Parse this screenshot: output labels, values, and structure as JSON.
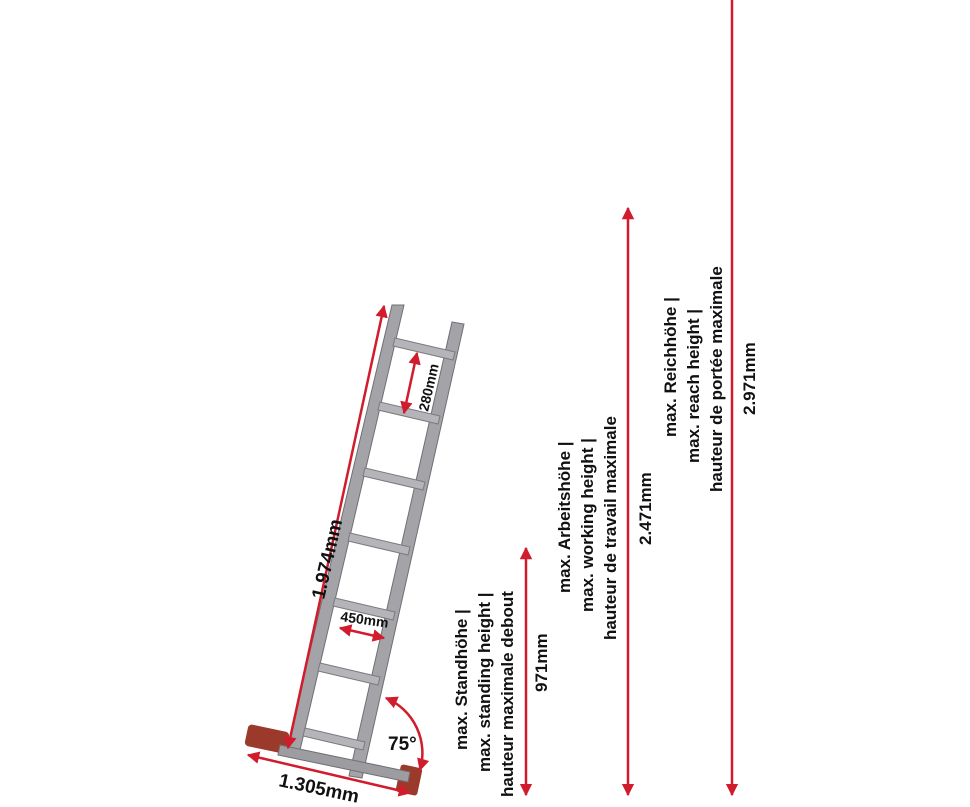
{
  "colors": {
    "dimension": "#d01c2c",
    "rail": "#a3a3a8",
    "rail_dark": "#6f6f74",
    "foot": "#9b3a2a",
    "text": "#111111"
  },
  "measurements": {
    "ladder_length": "1.974mm",
    "rung_spacing": "280mm",
    "ladder_width": "450mm",
    "base_width": "1.305mm",
    "angle": "75°"
  },
  "standing_height": {
    "label_de": "max. Standhöhe |",
    "label_en": "max. standing height |",
    "label_fr": "hauteur maximale debout",
    "value": "971mm"
  },
  "working_height": {
    "label_de": "max. Arbeitshöhe |",
    "label_en": "max. working height |",
    "label_fr": "hauteur de travail maximale",
    "value": "2.471mm"
  },
  "reach_height": {
    "label_de": "max. Reichhöhe |",
    "label_en": "max. reach height |",
    "label_fr": "hauteur de portée maximale",
    "value": "2.971mm"
  }
}
